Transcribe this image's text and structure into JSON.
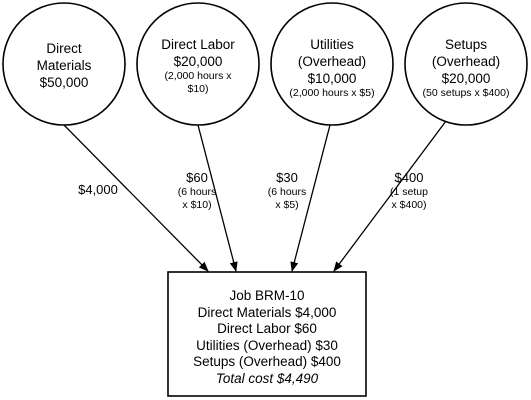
{
  "nodes": [
    {
      "id": "direct-materials",
      "title_lines": [
        "Direct",
        "Materials"
      ],
      "amount": "$50,000",
      "detail_lines": []
    },
    {
      "id": "direct-labor",
      "title_lines": [
        "Direct Labor"
      ],
      "amount": "$20,000",
      "detail_lines": [
        "(2,000 hours x",
        "$10)"
      ]
    },
    {
      "id": "utilities",
      "title_lines": [
        "Utilities",
        "(Overhead)"
      ],
      "amount": "$10,000",
      "detail_lines": [
        "(2,000 hours x $5)"
      ]
    },
    {
      "id": "setups",
      "title_lines": [
        "Setups",
        "(Overhead)"
      ],
      "amount": "$20,000",
      "detail_lines": [
        "(50 setups x $400)"
      ]
    }
  ],
  "edges": [
    {
      "from": "direct-materials",
      "amount": "$4,000",
      "detail_lines": []
    },
    {
      "from": "direct-labor",
      "amount": "$60",
      "detail_lines": [
        "(6 hours",
        "x $10)"
      ]
    },
    {
      "from": "utilities",
      "amount": "$30",
      "detail_lines": [
        "(6 hours",
        "x $5)"
      ]
    },
    {
      "from": "setups",
      "amount": "$400",
      "detail_lines": [
        "(1 setup",
        "x $400)"
      ]
    }
  ],
  "job": {
    "lines": [
      "Job BRM-10",
      "Direct Materials $4,000",
      "Direct Labor $60",
      "Utilities (Overhead) $30",
      "Setups (Overhead) $400"
    ],
    "total": "Total cost $4,490"
  }
}
